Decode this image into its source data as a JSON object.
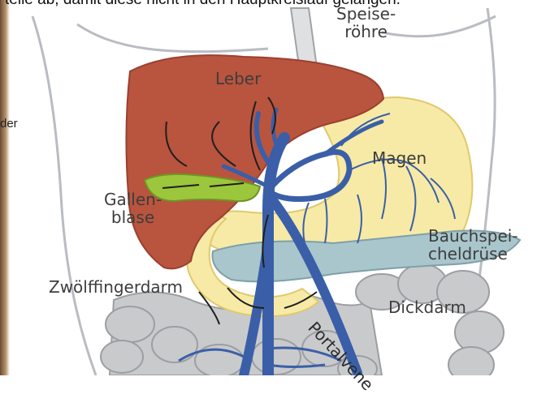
{
  "caption": "teile ab, damit diese nicht in den Hauptkreislauf gelangen.",
  "side_text": "der",
  "labels": {
    "speiseroehre_line1": "Speise-",
    "speiseroehre_line2": "röhre",
    "leber": "Leber",
    "magen": "Magen",
    "gallenblase_line1": "Gallen-",
    "gallenblase_line2": "blase",
    "bauchspeicheldruese_line1": "Bauchspei-",
    "bauchspeicheldruese_line2": "cheldrüse",
    "zwoelffingerdarm": "Zwölffingerdarm",
    "dickdarm": "Dickdarm",
    "portalvene": "Portalvene"
  },
  "colors": {
    "liver": "#b9543e",
    "stomach": "#f7eaa6",
    "gallbladder": "#9cc63c",
    "pancreas": "#a9c6cc",
    "vein": "#3a5fa8",
    "intestine": "#c9cacc",
    "body_outline": "#b9bcc2"
  }
}
